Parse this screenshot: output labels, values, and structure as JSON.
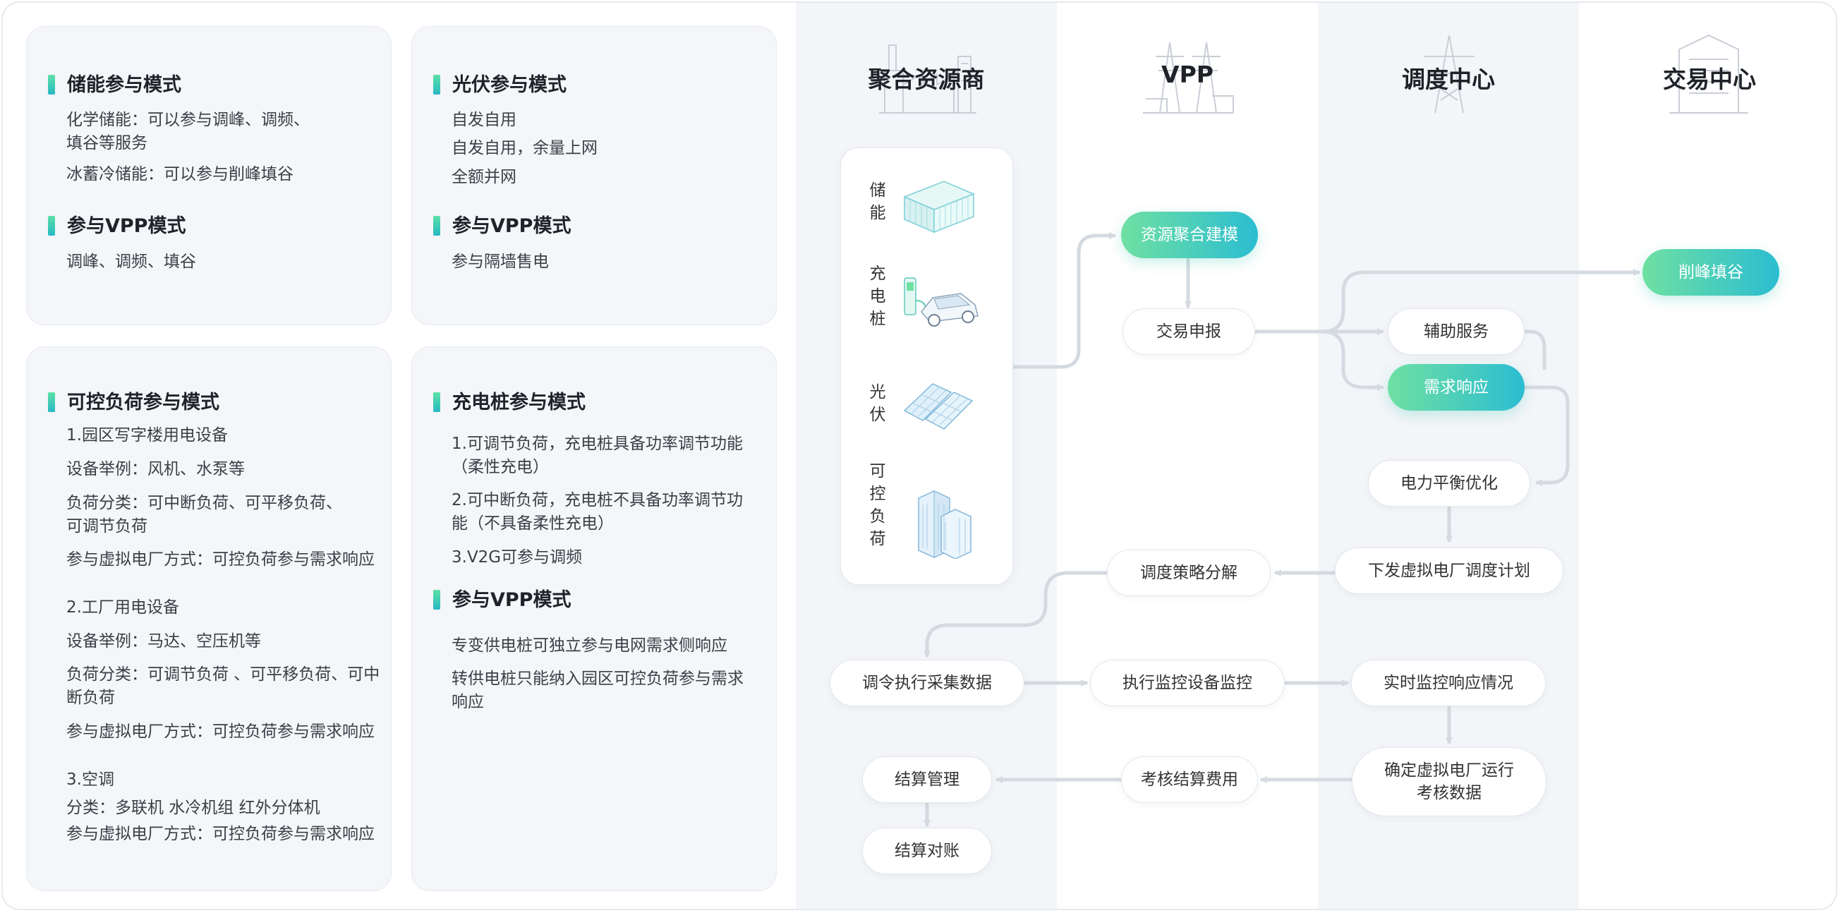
{
  "cards": {
    "storage": {
      "title1": "储能参与模式",
      "l1a": "化学储能：可以参与调峰、调频、",
      "l1b": "填谷等服务",
      "l2": "冰蓄冷储能：可以参与削峰填谷",
      "title2": "参与VPP模式",
      "l3": "调峰、调频、填谷"
    },
    "pv": {
      "title1": "光伏参与模式",
      "l1": "自发自用",
      "l2": "自发自用，余量上网",
      "l3": "全额并网",
      "title2": "参与VPP模式",
      "l4": "参与隔墙售电"
    },
    "load": {
      "title1": "可控负荷参与模式",
      "s1": "1.园区写字楼用电设备",
      "s1a": "设备举例：风机、水泵等",
      "s1b1": "负荷分类：可中断负荷、可平移负荷、",
      "s1b2": "可调节负荷",
      "s1c": "参与虚拟电厂方式：可控负荷参与需求响应",
      "s2": "2.工厂用电设备",
      "s2a": "设备举例：马达、空压机等",
      "s2b1": "负荷分类：可调节负荷 、可平移负荷、可中",
      "s2b2": "断负荷",
      "s2c": "参与虚拟电厂方式：可控负荷参与需求响应",
      "s3": "3.空调",
      "s3a": "分类：多联机   水冷机组   红外分体机",
      "s3b": "参与虚拟电厂方式：可控负荷参与需求响应"
    },
    "charger": {
      "title1": "充电桩参与模式",
      "l1a": "1.可调节负荷，充电桩具备功率调节功能",
      "l1b": "（柔性充电）",
      "l2a": "2.可中断负荷，充电桩不具备功率调节功",
      "l2b": "能（不具备柔性充电）",
      "l3": "3.V2G可参与调频",
      "title2": "参与VPP模式",
      "l4": "专变供电桩可独立参与电网需求侧响应",
      "l5a": "转供电桩只能纳入园区可控负荷参与需求",
      "l5b": "响应"
    }
  },
  "columns": {
    "c1": "聚合资源商",
    "c2": "VPP",
    "c3": "调度中心",
    "c4": "交易中心"
  },
  "resources": {
    "storage": "储能",
    "charger": "充电桩",
    "pv": "光伏",
    "load": "可控负荷"
  },
  "nodes": {
    "aggregate_model": "资源聚合建模",
    "trade_declare": "交易申报",
    "aux_service": "辅助服务",
    "demand_response": "需求响应",
    "peak_valley": "削峰填谷",
    "power_balance": "电力平衡优化",
    "issue_plan": "下发虚拟电厂调度计划",
    "strategy_decomp": "调度策略分解",
    "collect_data": "调令执行采集数据",
    "exec_monitor": "执行监控设备监控",
    "realtime_monitor": "实时监控响应情况",
    "confirm_data_1": "确定虚拟电厂运行",
    "confirm_data_2": "考核数据",
    "assess_fee": "考核结算费用",
    "settle_mgmt": "结算管理",
    "settle_check": "结算对账"
  },
  "colors": {
    "accent_start": "#6fe0a2",
    "accent_end": "#2bbdd1",
    "column_shade": "#f3f5f8",
    "arrow": "#d5dae1"
  }
}
